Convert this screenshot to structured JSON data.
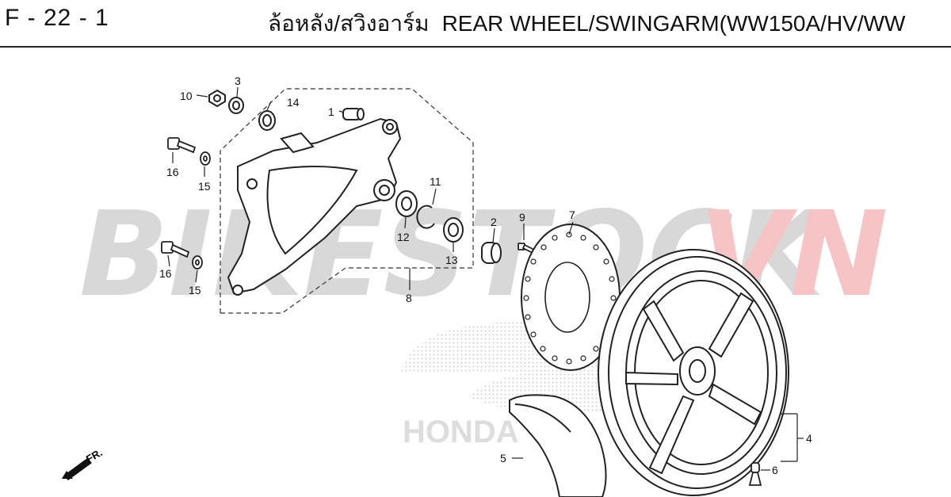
{
  "header": {
    "code": "F - 22 - 1",
    "title_thai": "ล้อหลัง/สวิงอาร์ม",
    "title_en": "REAR WHEEL/SWINGARM(WW150A/HV/WW"
  },
  "watermark": {
    "part1": "BIKESTOCK",
    "part2": "VN",
    "color1": "#d8d8d8",
    "color2": "#f6c4c4"
  },
  "brand_mark": {
    "text": "HONDA",
    "color": "#dddddd"
  },
  "front_marker": {
    "label": "FR."
  },
  "callouts": [
    {
      "id": "c1",
      "label": "1"
    },
    {
      "id": "c2",
      "label": "2"
    },
    {
      "id": "c3",
      "label": "3"
    },
    {
      "id": "c4",
      "label": "4"
    },
    {
      "id": "c5",
      "label": "5"
    },
    {
      "id": "c6",
      "label": "6"
    },
    {
      "id": "c7",
      "label": "7"
    },
    {
      "id": "c8",
      "label": "8"
    },
    {
      "id": "c9",
      "label": "9"
    },
    {
      "id": "c10",
      "label": "10"
    },
    {
      "id": "c11",
      "label": "11"
    },
    {
      "id": "c12",
      "label": "12"
    },
    {
      "id": "c13",
      "label": "13"
    },
    {
      "id": "c14",
      "label": "14"
    },
    {
      "id": "c15a",
      "label": "15"
    },
    {
      "id": "c15b",
      "label": "15"
    },
    {
      "id": "c16a",
      "label": "16"
    },
    {
      "id": "c16b",
      "label": "16"
    }
  ]
}
